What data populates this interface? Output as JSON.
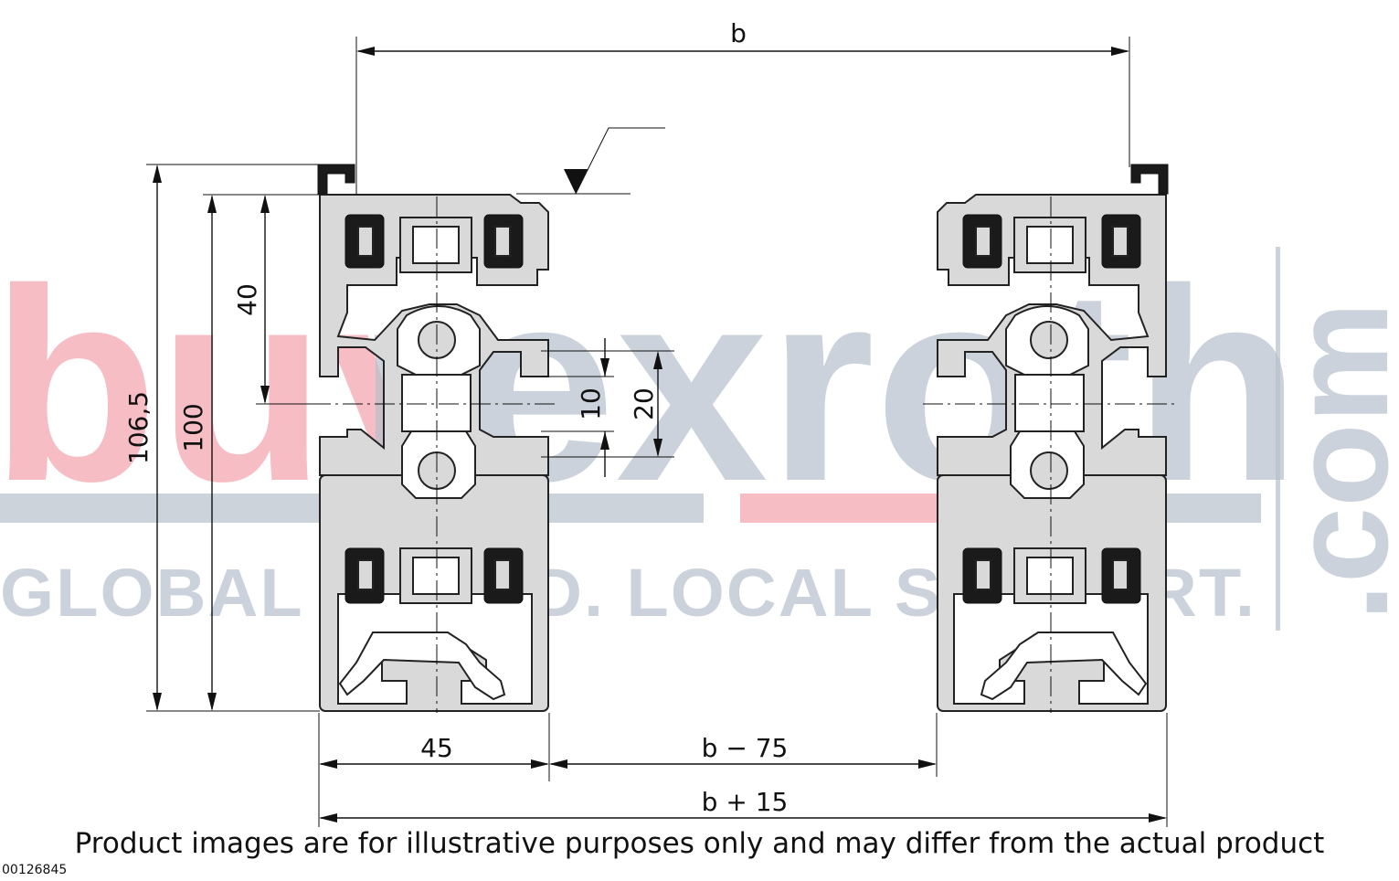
{
  "watermark": {
    "buy": "buy",
    "rexroth": "rexroth",
    "tagline": "GLOBAL BRAND. LOCAL SUPPORT.",
    "com": ".com"
  },
  "dimensions": {
    "overall_width": "b",
    "height_total": "106,5",
    "height_profile": "100",
    "height_half": "40",
    "slot_10": "10",
    "slot_20": "20",
    "profile_width": "45",
    "gap": "b − 75",
    "overall_plus": "b + 15"
  },
  "disclaimer": "Product images are for illustrative purposes only and may differ from the actual product",
  "image_code": "00126845",
  "colors": {
    "watermark_red": "#f4a7b2",
    "watermark_grey": "#b7c0cc",
    "profile_fill": "#d9d9d9",
    "line": "#111111"
  }
}
